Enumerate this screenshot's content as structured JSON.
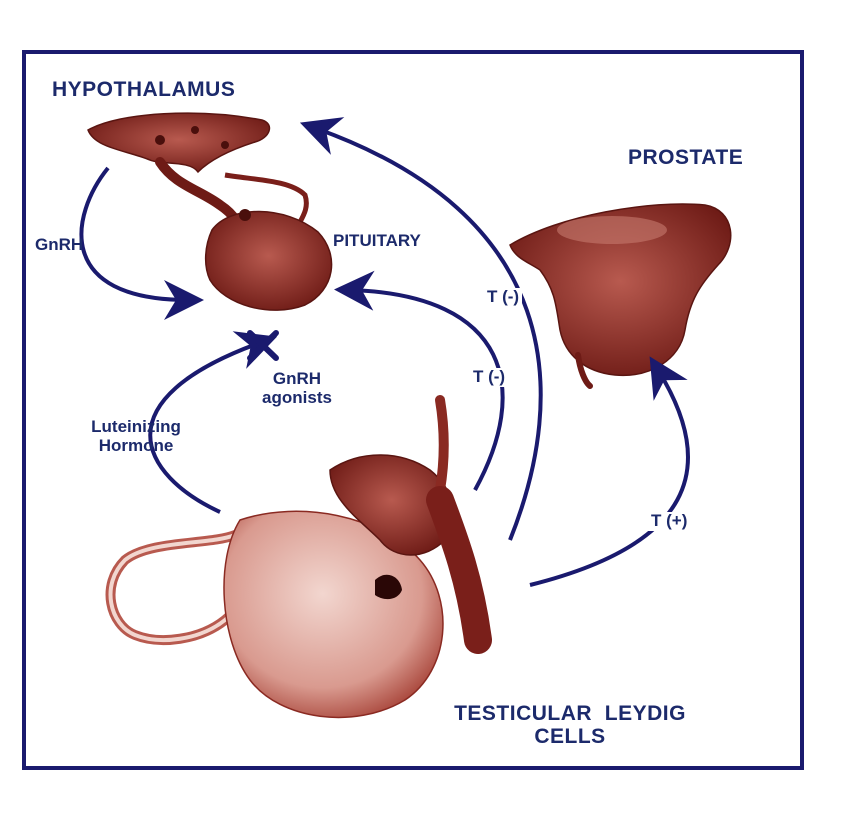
{
  "labels": {
    "hypothalamus": "HYPOTHALAMUS",
    "prostate": "PROSTATE",
    "pituitary": "PITUITARY",
    "gnrh": "GnRH",
    "gnrh_agonists_line1": "GnRH",
    "gnrh_agonists_line2": "agonists",
    "lh_line1": "Luteinizing",
    "lh_line2": "Hormone",
    "t_neg_outer": "T (-)",
    "t_neg_inner": "T (-)",
    "t_pos": "T (+)",
    "testis_line1": "TESTICULAR  LEYDIG",
    "testis_line2": "CELLS"
  },
  "colors": {
    "border": "#1a1a6e",
    "arrow": "#1a1a6e",
    "text": "#1c2a6b",
    "organ_dark": "#7a1f1a",
    "organ_mid": "#a8453a",
    "organ_light": "#d9a49a"
  }
}
